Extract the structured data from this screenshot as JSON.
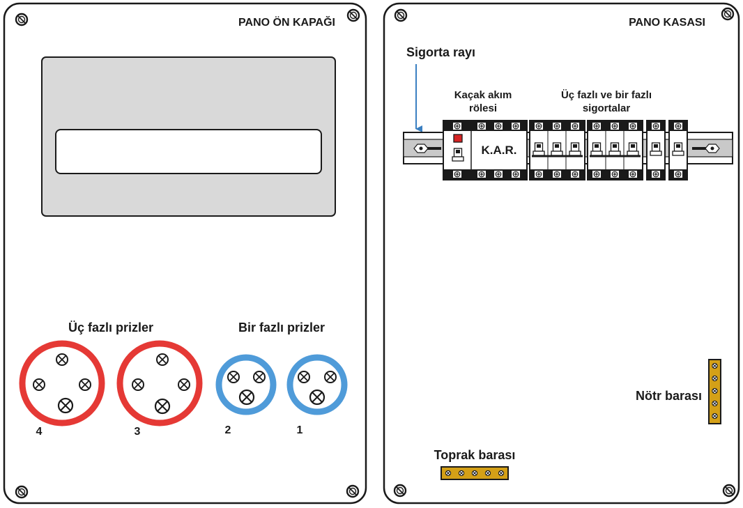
{
  "front_cover": {
    "title": "PANO ÖN KAPAĞI",
    "three_phase_label": "Üç fazlı prizler",
    "single_phase_label": "Bir fazlı prizler",
    "socket_numbers": [
      "4",
      "3",
      "2",
      "1"
    ]
  },
  "enclosure": {
    "title": "PANO KASASI",
    "rail_label": "Sigorta rayı",
    "rcd_label_line1": "Kaçak akım",
    "rcd_label_line2": "rölesi",
    "rcd_text": "K.A.R.",
    "fuses_label_line1": "Üç fazlı ve bir fazlı",
    "fuses_label_line2": "sigortalar",
    "neutral_bar_label": "Nötr barası",
    "ground_bar_label": "Toprak barası"
  },
  "colors": {
    "three_phase_socket": "#e53935",
    "single_phase_socket": "#4f9bd9",
    "arrow": "#3a7fc1",
    "busbar": "#d4a017",
    "panel_window": "#d9d9d9"
  },
  "icons": [
    "screw-icon",
    "socket-pin-icon",
    "rcd-test-button-icon",
    "breaker-toggle-icon"
  ]
}
